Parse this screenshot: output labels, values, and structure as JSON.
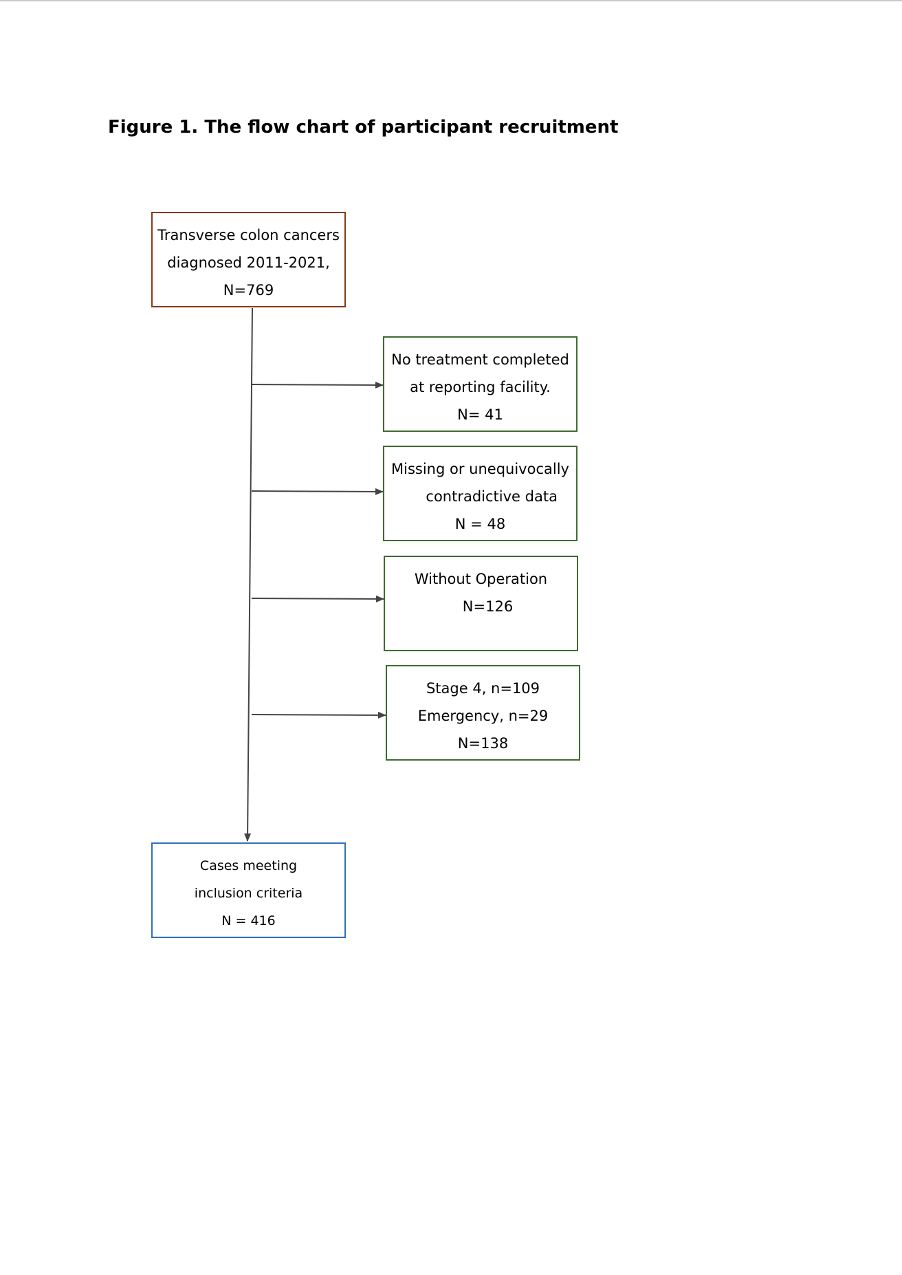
{
  "figure": {
    "title": "Figure 1. The flow chart of participant recruitment"
  },
  "boxes": {
    "source": {
      "lines": [
        "Transverse colon cancers",
        "diagnosed 2011-2021,",
        "N=769"
      ]
    },
    "exclusions": [
      {
        "lines": [
          "No treatment completed",
          "at reporting facility.",
          "N= 41"
        ]
      },
      {
        "lines": [
          "Missing or unequivocally",
          "     contradictive data",
          "N = 48"
        ]
      },
      {
        "lines": [
          "Without Operation",
          "   N=126"
        ]
      },
      {
        "lines": [
          "Stage 4, n=109",
          "Emergency, n=29",
          "N=138"
        ]
      }
    ],
    "final": {
      "lines": [
        "Cases meeting",
        "inclusion criteria",
        "N = 416"
      ]
    }
  },
  "colors": {
    "source_border": "#8a3a16",
    "exclusion_border": "#3d6b2d",
    "final_border": "#2f72b8",
    "connector": "#444444"
  }
}
